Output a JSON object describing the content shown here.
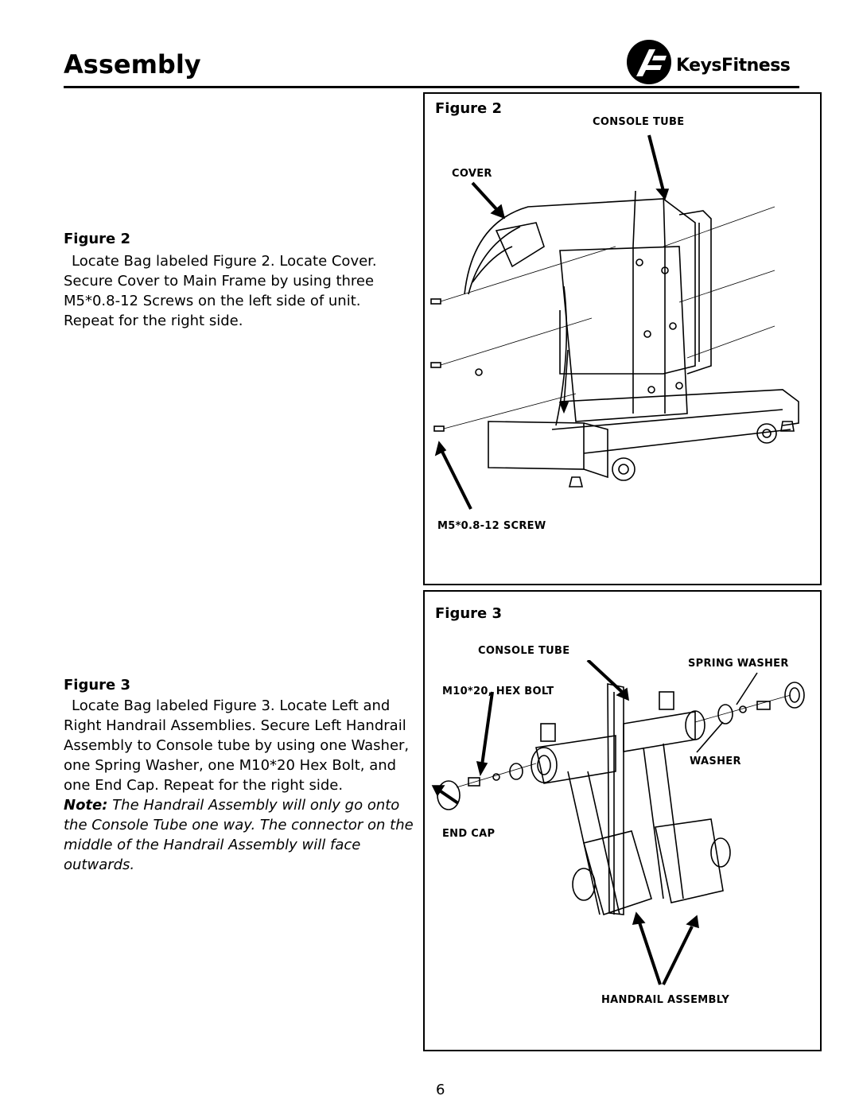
{
  "header": {
    "title": "Assembly",
    "logo_text_a": "Keys",
    "logo_text_b": "Fitness"
  },
  "section2": {
    "heading": "Figure 2",
    "text": "Locate Bag labeled Figure 2. Locate Cover. Secure Cover to Main Frame by using three M5*0.8-12 Screws on the left side of unit. Repeat for the right side."
  },
  "section3": {
    "heading": "Figure 3",
    "text": "Locate Bag labeled Figure 3. Locate Left and Right Handrail Assemblies. Secure Left Handrail Assembly to Console tube by using one Washer, one Spring Washer, one M10*20 Hex Bolt, and one End Cap. Repeat for the right side.",
    "note_label": "Note:",
    "note_text": "The Handrail Assembly will only go onto the Console Tube one way. The connector on the middle of the Handrail Assembly will face outwards."
  },
  "figure2": {
    "title": "Figure 2",
    "labels": {
      "console_tube": "CONSOLE TUBE",
      "cover": "COVER",
      "screw": "M5*0.8-12 SCREW"
    }
  },
  "figure3": {
    "title": "Figure 3",
    "labels": {
      "console_tube": "CONSOLE TUBE",
      "spring_washer": "SPRING WASHER",
      "hex_bolt": "M10*20, HEX BOLT",
      "washer": "WASHER",
      "end_cap": "END CAP",
      "handrail_assembly": "HANDRAIL ASSEMBLY"
    }
  },
  "footer": {
    "page_number": "6"
  }
}
